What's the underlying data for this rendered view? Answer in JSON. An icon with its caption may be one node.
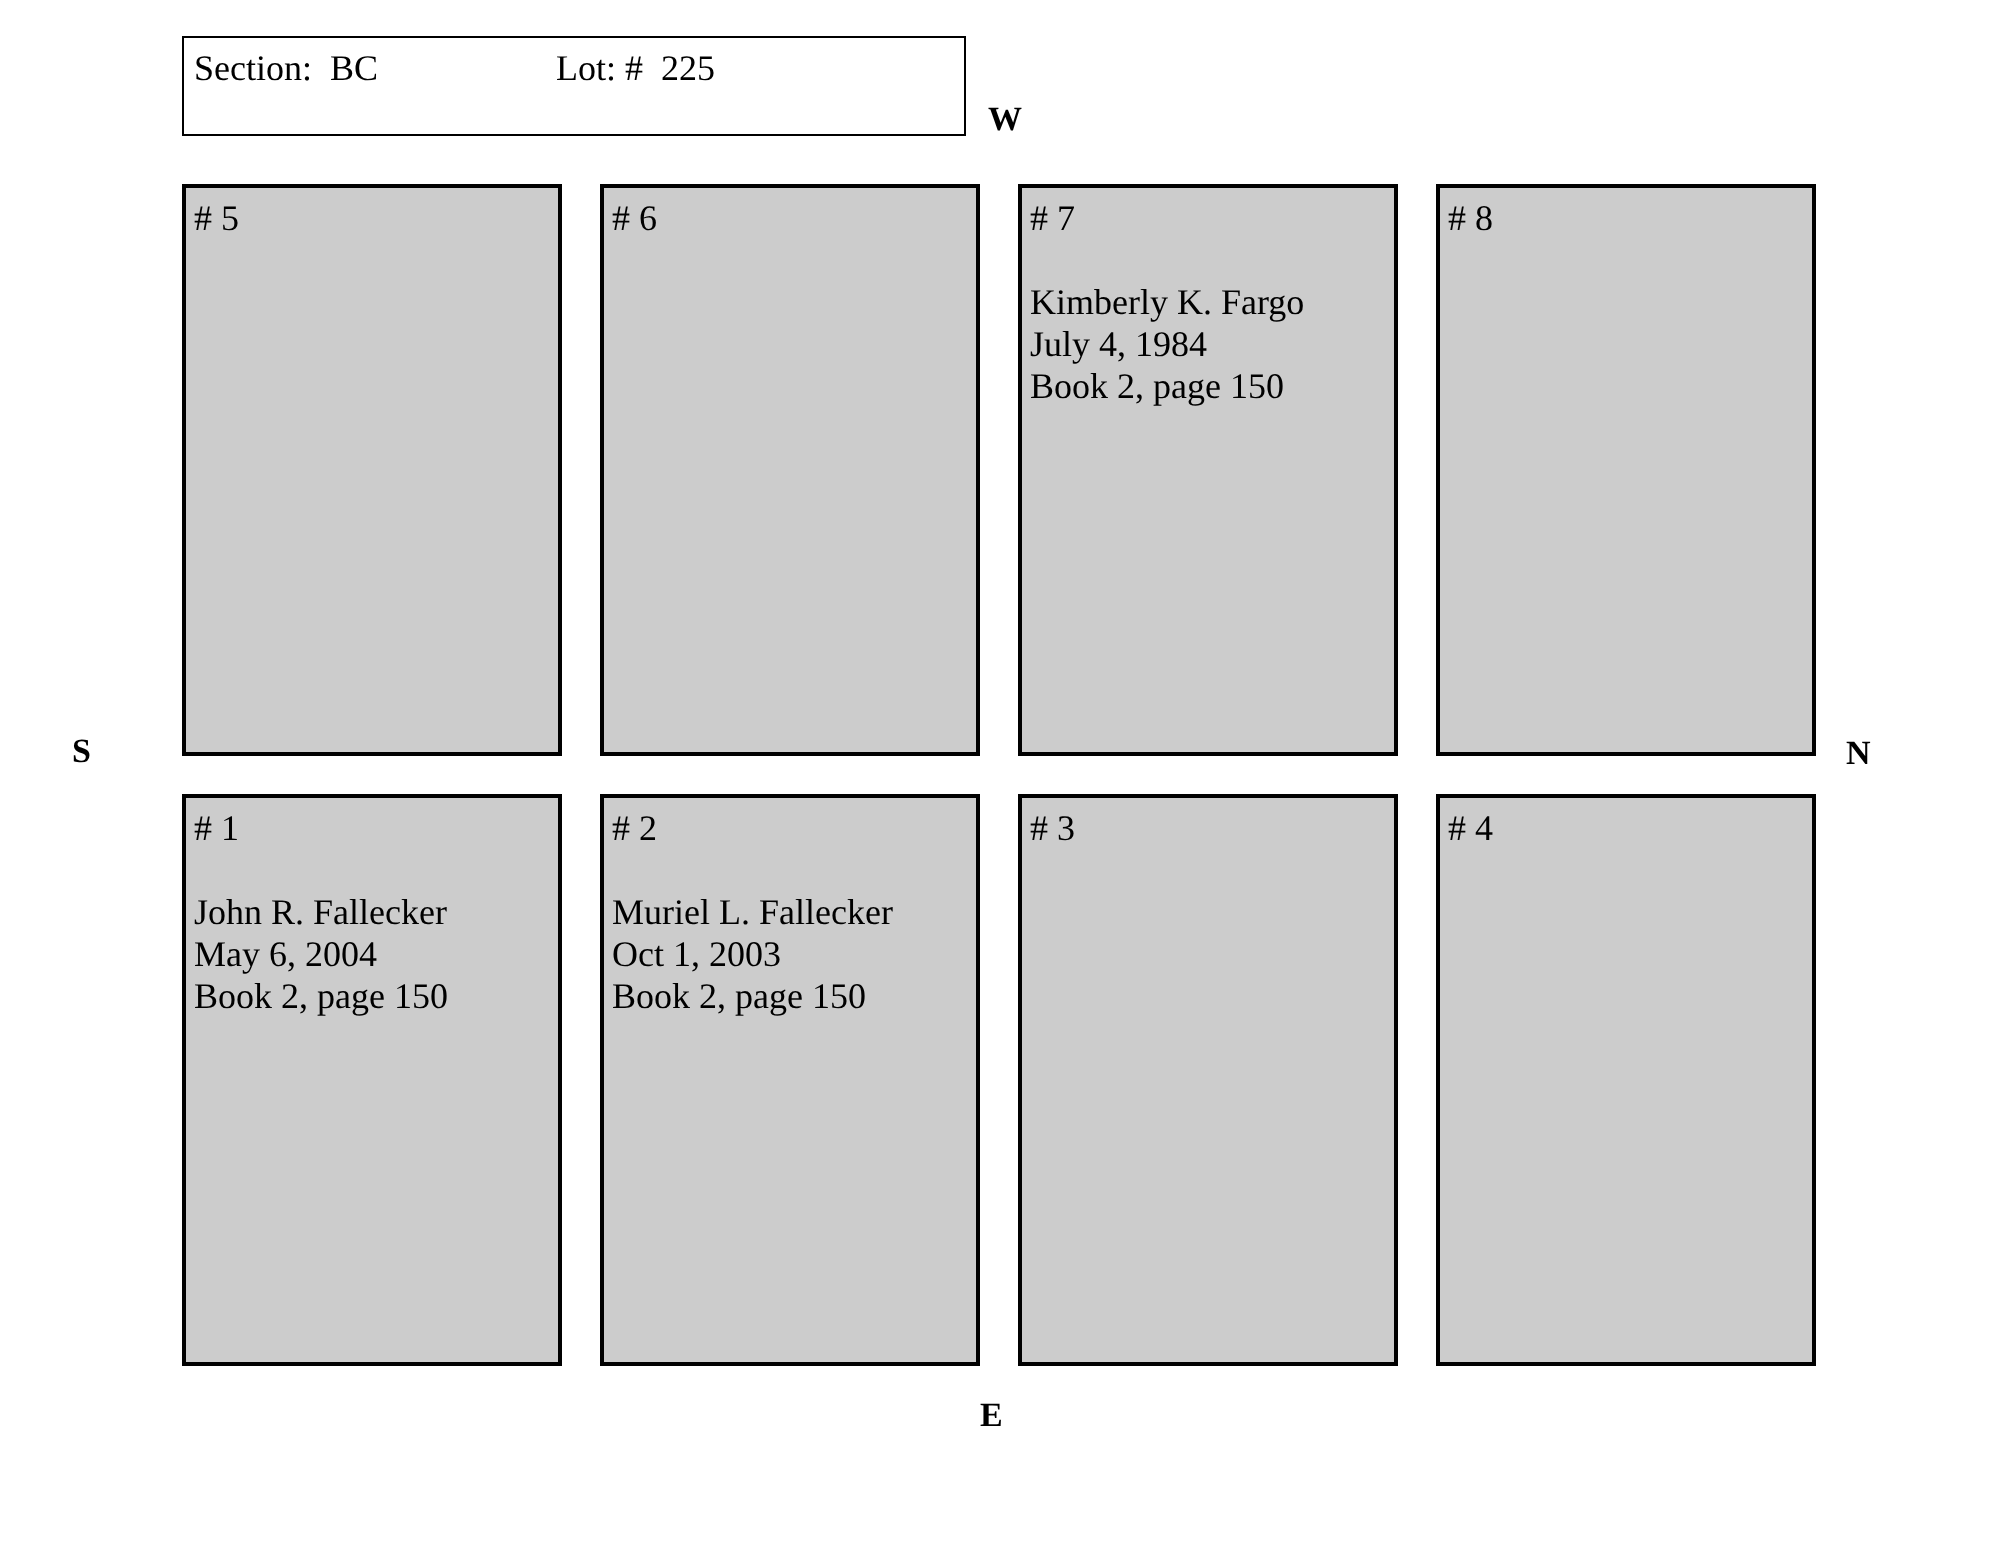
{
  "diagram": {
    "nodes": [
      {
        "text": [
          "Section:  BC",
          "Lot: #  225"
        ]
      },
      {
        "text": [
          "# 5"
        ]
      },
      {
        "text": [
          "# 6"
        ]
      },
      {
        "text": [
          "# 7",
          "Kimberly K. Fargo",
          "July 4, 1984",
          "Book 2, page 150"
        ]
      },
      {
        "text": [
          "# 8"
        ]
      },
      {
        "text": [
          "# 1",
          "John R. Fallecker",
          "May 6, 2004",
          "Book 2, page 150"
        ]
      },
      {
        "text": [
          "# 2",
          "Muriel L. Fallecker",
          "Oct 1, 2003",
          "Book 2, page 150"
        ]
      },
      {
        "text": [
          "# 3"
        ]
      },
      {
        "text": [
          "# 4"
        ]
      }
    ],
    "labels": [
      "W",
      "S",
      "N",
      "E"
    ]
  }
}
